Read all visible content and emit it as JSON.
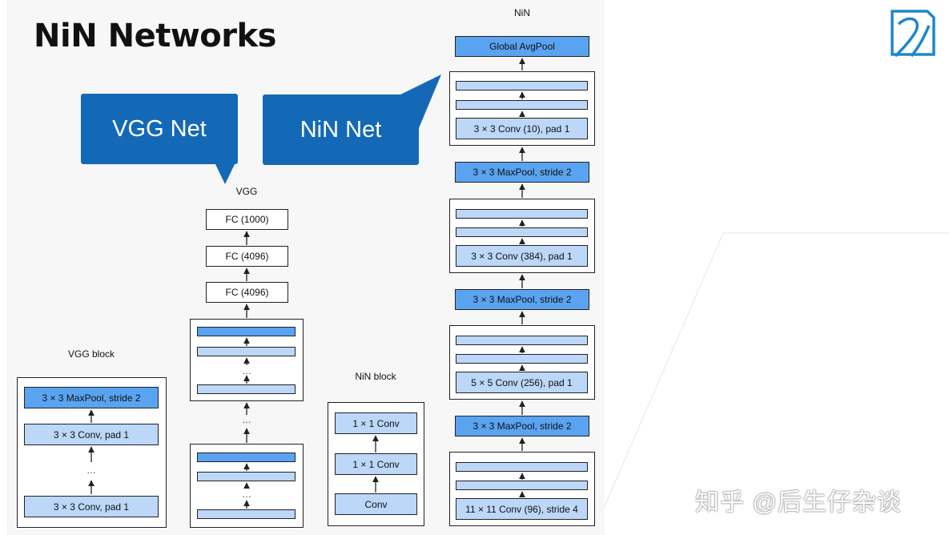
{
  "slide": {
    "title": "NiN Networks",
    "callouts": {
      "vgg": "VGG Net",
      "nin": "NiN Net"
    },
    "watermark": "知乎 @后生仔杂谈"
  },
  "diagram": {
    "vgg_block": {
      "label": "VGG block",
      "layers": [
        "3 × 3 MaxPool, stride 2",
        "3 × 3 Conv, pad 1",
        "3 × 3 Conv, pad 1"
      ],
      "ellipsis": "…"
    },
    "vgg": {
      "label": "VGG",
      "fc": [
        "FC (1000)",
        "FC (4096)",
        "FC (4096)"
      ],
      "ellipsis": "…"
    },
    "nin_block": {
      "label": "NiN block",
      "layers": [
        "1 × 1 Conv",
        "1 × 1 Conv",
        "Conv"
      ]
    },
    "nin": {
      "label": "NiN",
      "layers": [
        "Global AvgPool",
        "3 × 3 Conv (10), pad 1",
        "3 × 3 MaxPool, stride 2",
        "3 × 3 Conv (384), pad 1",
        "3 × 3 MaxPool, stride 2",
        "5 × 5 Conv (256), pad 1",
        "3 × 3 MaxPool, stride 2",
        "11 × 11 Conv (96), stride 4"
      ]
    }
  },
  "colors": {
    "layer_light": "#bcd7f8",
    "layer_dark": "#5aa3f1",
    "callout": "#1469b7",
    "logo": "#1e88c8"
  },
  "icons": {
    "logo": "brand-logo-icon"
  }
}
